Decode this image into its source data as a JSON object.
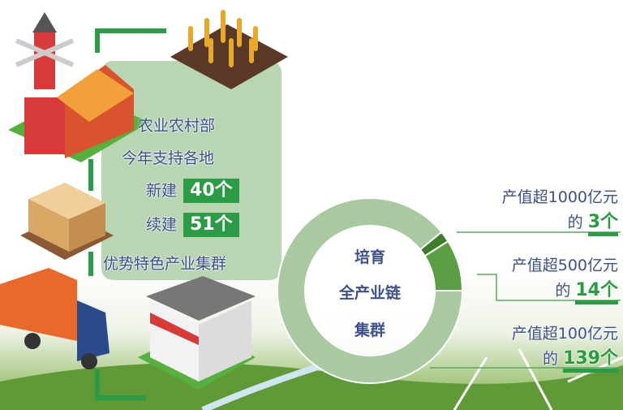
{
  "panel": {
    "line1": "农业农村部",
    "line2": "今年支持各地",
    "new_label": "新建",
    "new_value": "40个",
    "cont_label": "续建",
    "cont_value": "51个",
    "line5": "优势特色产业集群"
  },
  "donut": {
    "center_lines": [
      "培育",
      "全产业链",
      "集群"
    ],
    "segments": [
      {
        "label": "产值超1000亿元",
        "prefix": "的",
        "value_text": "3个",
        "value": 3,
        "color": "#3f7d2c"
      },
      {
        "label": "产值超500亿元",
        "prefix": "的",
        "value_text": "14个",
        "value": 14,
        "color": "#5a9e45"
      },
      {
        "label": "产值超100亿元",
        "prefix": "的",
        "value_text": "139个",
        "value": 139,
        "color": "#a9c9a0"
      }
    ]
  },
  "colors": {
    "accent": "#2c9b45",
    "text": "#3d4f8c",
    "panel": "#b9d6b3"
  }
}
